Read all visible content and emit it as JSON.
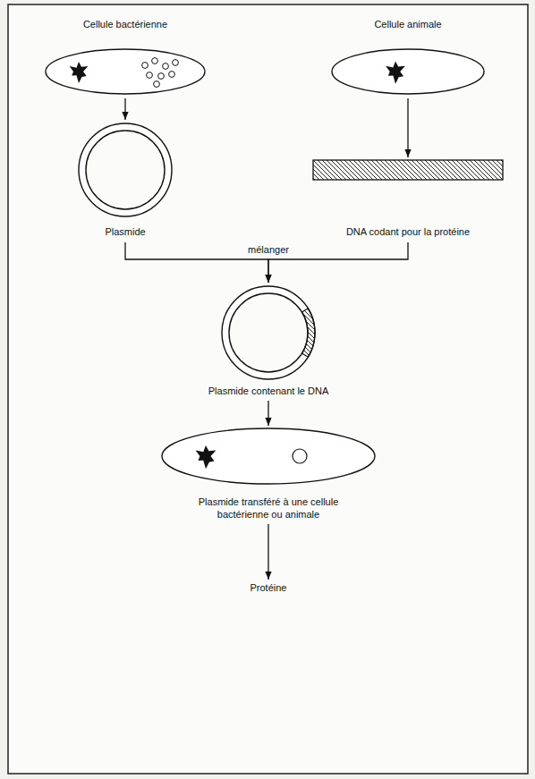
{
  "diagram": {
    "nodes": [
      {
        "text": [
          "Cellule bactérienne"
        ]
      },
      {
        "text": [
          "Cellule animale"
        ]
      },
      {
        "text": [
          "Plasmide"
        ]
      },
      {
        "text": [
          "DNA codant pour la protéine"
        ]
      },
      {
        "text": [
          "Plasmide contenant le DNA"
        ]
      },
      {
        "text": [
          "Plasmide transféré à une cellule bactérienne ou animale"
        ]
      },
      {
        "text": [
          "Protéine"
        ]
      }
    ],
    "edges": [
      {
        "from": 0,
        "to": 2,
        "arrow": "to"
      },
      {
        "from": 1,
        "to": 3,
        "arrow": "to"
      },
      {
        "from": 2,
        "to": 4,
        "arrow": "to",
        "label": "mélanger"
      },
      {
        "from": 3,
        "to": 4,
        "arrow": "to"
      },
      {
        "from": 4,
        "to": 5,
        "arrow": "to"
      },
      {
        "from": 5,
        "to": 6,
        "arrow": "to"
      }
    ]
  }
}
